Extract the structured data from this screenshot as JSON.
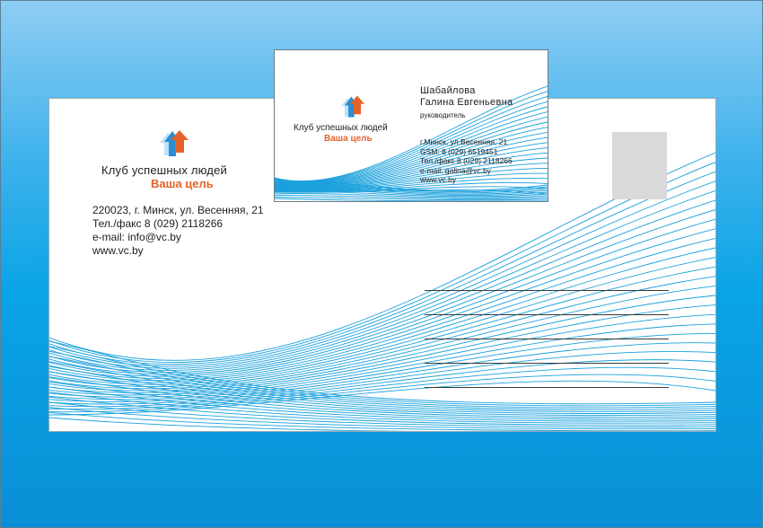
{
  "colors": {
    "wave_blue": "#1aa0dc",
    "brand_orange": "#e4632a",
    "brand_blue": "#2a8fd4",
    "stamp_gray": "#d9d9d9"
  },
  "envelope": {
    "brand_line1": "Клуб  успешных  людей",
    "brand_line2": "Ваша  цель",
    "address": {
      "line1": "220023, г. Минск, ул. Весенняя, 21",
      "line2": "Тел./факс 8 (029) 2118266",
      "line3": "e-mail: info@vc.by",
      "line4": "www.vc.by"
    },
    "logo_icon": "arrows-up-logo-icon",
    "stamp": "stamp-placeholder"
  },
  "card": {
    "brand_line1": "Клуб  успешных  людей",
    "brand_line2": "Ваша  цель",
    "name_line1": "Шабайлова",
    "name_line2": "Галина Евгеньевна",
    "role": "руководитель",
    "contacts": {
      "address": "г.Минск, ул.Весенняя, 21",
      "gsm": "GSM: 8 (029) 6519451",
      "phone": "Тел./факс 8 (029) 2118266",
      "email": "e-mail: galina@vc.by",
      "site": "www.vc.by"
    },
    "logo_icon": "arrows-up-logo-icon"
  }
}
